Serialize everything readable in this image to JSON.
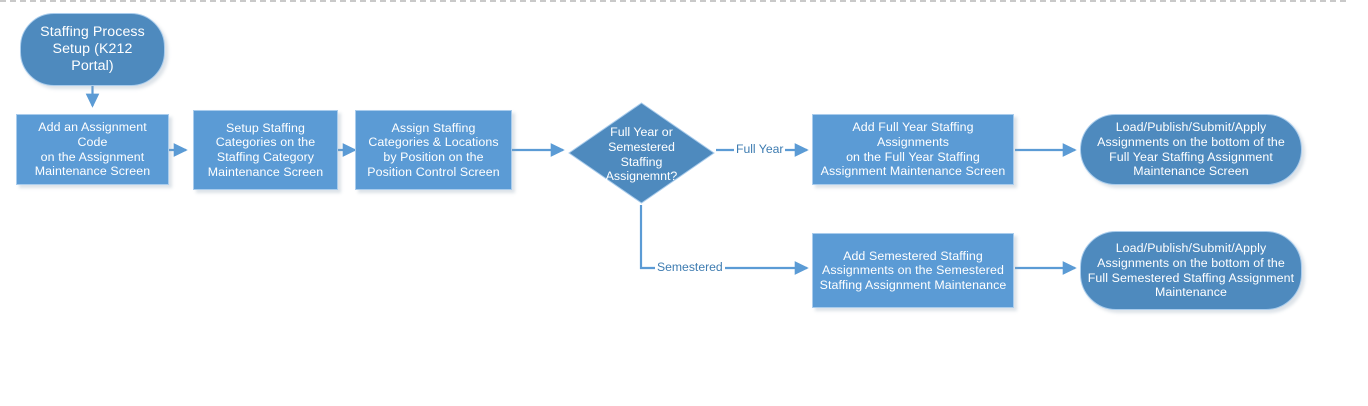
{
  "diagram": {
    "title": "Staffing Process Setup Flowchart",
    "colors": {
      "process_fill": "#5B9BD5",
      "terminator_fill": "#4E8ABE",
      "decision_fill": "#4E8ABE",
      "shape_border": "#A9CCEC",
      "connector": "#5B9BD5",
      "edge_label_text": "#3E7CB1",
      "node_text": "#FFFFFF",
      "background": "#FFFFFF"
    },
    "nodes": [
      {
        "id": "start",
        "shape": "rounded-terminator",
        "text": "Staffing Process\nSetup (K212\nPortal)"
      },
      {
        "id": "add-assignment-code",
        "shape": "process",
        "text": "Add an Assignment Code\non the Assignment\nMaintenance Screen"
      },
      {
        "id": "setup-staffing-categories",
        "shape": "process",
        "text": "Setup Staffing\nCategories on the\nStaffing Category\nMaintenance Screen"
      },
      {
        "id": "assign-categories-locations",
        "shape": "process",
        "text": "Assign Staffing\nCategories & Locations\nby Position on the\nPosition Control Screen"
      },
      {
        "id": "decision-full-year-or-semestered",
        "shape": "decision",
        "text": "Full Year or\nSemestered\nStaffing\nAssignemnt?"
      },
      {
        "id": "add-full-year-assignments",
        "shape": "process",
        "text": "Add Full Year Staffing Assignments\non the Full Year Staffing\nAssignment Maintenance Screen"
      },
      {
        "id": "full-year-load-publish",
        "shape": "rounded-terminator",
        "text": "Load/Publish/Submit/Apply\nAssignments on the bottom of the\nFull Year Staffing Assignment\nMaintenance Screen"
      },
      {
        "id": "add-semestered-assignments",
        "shape": "process",
        "text": "Add Semestered Staffing\nAssignments on the Semestered\nStaffing Assignment Maintenance"
      },
      {
        "id": "semestered-load-publish",
        "shape": "rounded-terminator",
        "text": "Load/Publish/Submit/Apply\nAssignments on the bottom of the\nFull Semestered Staffing Assignment\nMaintenance"
      }
    ],
    "edge_labels": {
      "full_year": "Full Year",
      "semestered": "Semestered"
    }
  }
}
